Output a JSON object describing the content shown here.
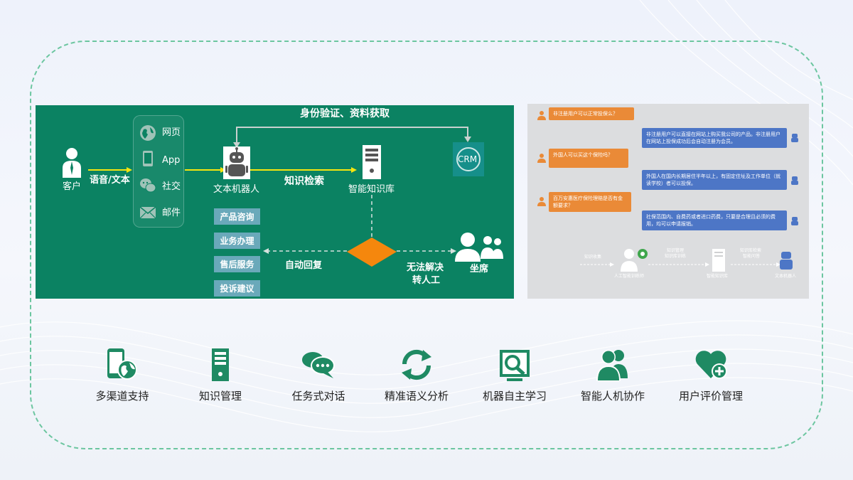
{
  "flow": {
    "top_label": "身份验证、资料获取",
    "customer": "客户",
    "voice_text": "语音/文本",
    "channels": [
      {
        "label": "网页",
        "icon": "globe-icon"
      },
      {
        "label": "App",
        "icon": "phone-icon"
      },
      {
        "label": "社交",
        "icon": "wechat-icon"
      },
      {
        "label": "邮件",
        "icon": "mail-icon"
      }
    ],
    "robot": "文本机器人",
    "knowledge_search": "知识检索",
    "kb": "智能知识库",
    "crm": "CRM",
    "services": [
      "产品咨询",
      "业务办理",
      "售后服务",
      "投诉建议"
    ],
    "auto_reply": "自动回复",
    "cannot_solve_1": "无法解决",
    "cannot_solve_2": "转人工",
    "agent": "坐席",
    "colors": {
      "panel": "#0b8262",
      "arrow": "#f5e50f",
      "diamond": "#f5870d",
      "service": "#6aa9ba"
    }
  },
  "chat": {
    "messages": [
      {
        "type": "q",
        "text": "非注册用户可以正常投保么？"
      },
      {
        "type": "a",
        "text": "非注册用户可以直接在网站上购买我公司的产品。非注册用户在网站上投保成功后会自动注册为会员。"
      },
      {
        "type": "q",
        "text": "外国人可以买这个保险吗？"
      },
      {
        "type": "a",
        "text": "外国人在国内长期居住半年以上，有固定住址及工作单位（就读学校）者可以投保。"
      },
      {
        "type": "q",
        "text": "百万安惠医疗保险理赔是否有金额要求？"
      },
      {
        "type": "a",
        "text": "社保范围内、自费药或者进口药费，只要是合理且必须的费用，均可以申请报销。"
      }
    ],
    "bottom": {
      "label1": "知识收集",
      "node1": "人工智能训练师",
      "label2a": "知识管理",
      "label2b": "知识库训练",
      "node2": "智能知识库",
      "label3a": "知识库检索",
      "label3b": "智能问答",
      "node3": "文本机器人"
    },
    "colors": {
      "question": "#ea8a37",
      "answer": "#4d76c6"
    }
  },
  "features": [
    {
      "label": "多渠道支持",
      "icon": "multichannel-icon"
    },
    {
      "label": "知识管理",
      "icon": "server-icon"
    },
    {
      "label": "任务式对话",
      "icon": "chat-bubbles-icon"
    },
    {
      "label": "精准语义分析",
      "icon": "refresh-icon"
    },
    {
      "label": "机器自主学习",
      "icon": "magnifier-icon"
    },
    {
      "label": "智能人机协作",
      "icon": "users-icon"
    },
    {
      "label": "用户评价管理",
      "icon": "heart-plus-icon"
    }
  ],
  "colors": {
    "accent": "#1f8a63",
    "frame": "#6cc6a0"
  }
}
